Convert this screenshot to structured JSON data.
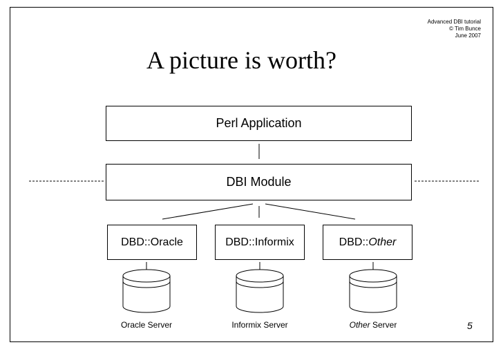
{
  "header": {
    "line1": "Advanced DBI tutorial",
    "line2": "© Tim Bunce",
    "line3": "June 2007"
  },
  "title": "A picture is worth?",
  "boxes": {
    "perl_app": "Perl Application",
    "dbi_module": "DBI Module",
    "dbd_oracle": "DBD::Oracle",
    "dbd_informix": "DBD::Informix",
    "dbd_other_prefix": "DBD::",
    "dbd_other_italic": "Other"
  },
  "servers": {
    "oracle": "Oracle Server",
    "informix": "Informix Server",
    "other_italic": "Other",
    "other_suffix": " Server"
  },
  "page_number": "5",
  "colors": {
    "stroke": "#000000",
    "background": "#ffffff"
  }
}
